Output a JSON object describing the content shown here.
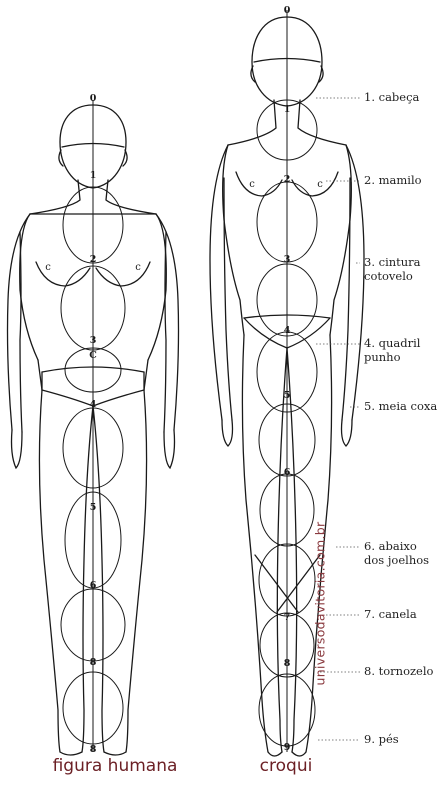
{
  "figures": {
    "left_caption": "figura humana",
    "right_caption": "croqui"
  },
  "watermark": "universodavitoria.com.br",
  "left_numbers": [
    "0",
    "1",
    "2",
    "3",
    "C",
    "4",
    "5",
    "6",
    "8",
    "8"
  ],
  "right_numbers": [
    "0",
    "1",
    "2",
    "3",
    "4",
    "5",
    "6",
    "7",
    "8",
    "9"
  ],
  "right_labels": [
    [
      "1. cabeça"
    ],
    [
      "2. mamilo"
    ],
    [
      "3. cintura",
      "cotovelo"
    ],
    [
      "4. quadril",
      "punho"
    ],
    [
      "5. meia coxa"
    ],
    [
      "6. abaixo",
      "dos joelhos"
    ],
    [
      "7. canela"
    ],
    [
      "8. tornozelo"
    ],
    [
      "9. pés"
    ]
  ],
  "nipple_marks": "c",
  "colors": {
    "line": "#1a1a1a",
    "caption": "#6b1f24",
    "label": "#222222"
  }
}
